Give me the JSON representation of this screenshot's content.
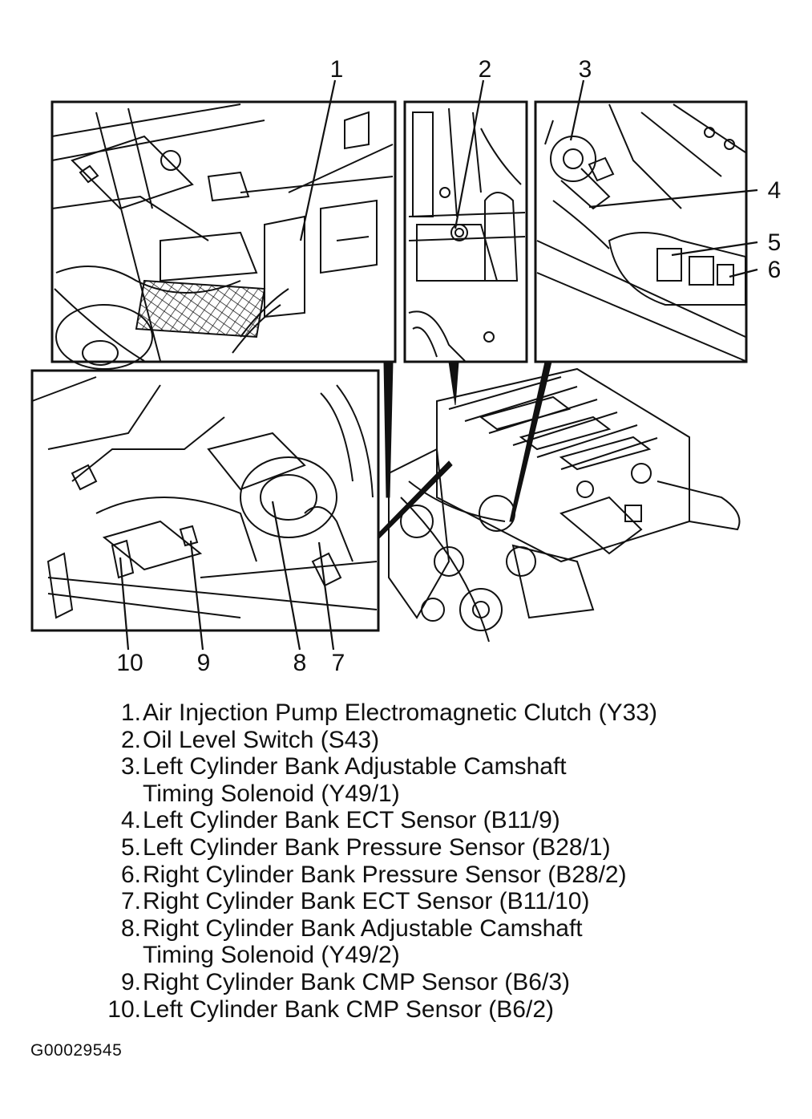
{
  "callouts": [
    "1",
    "2",
    "3",
    "4",
    "5",
    "6",
    "7",
    "8",
    "9",
    "10"
  ],
  "legend": [
    {
      "num": "1.",
      "text": "Air Injection Pump Electromagnetic Clutch (Y33)"
    },
    {
      "num": "2.",
      "text": "Oil Level Switch (S43)"
    },
    {
      "num": "3.",
      "text": "Left Cylinder Bank Adjustable Camshaft\nTiming Solenoid (Y49/1)"
    },
    {
      "num": "4.",
      "text": "Left Cylinder Bank ECT Sensor (B11/9)"
    },
    {
      "num": "5.",
      "text": "Left Cylinder Bank Pressure Sensor (B28/1)"
    },
    {
      "num": "6.",
      "text": "Right Cylinder Bank Pressure Sensor (B28/2)"
    },
    {
      "num": "7.",
      "text": "Right Cylinder Bank ECT Sensor (B11/10)"
    },
    {
      "num": "8.",
      "text": "Right Cylinder Bank Adjustable Camshaft\nTiming Solenoid (Y49/2)"
    },
    {
      "num": "9.",
      "text": "Right Cylinder Bank CMP Sensor (B6/3)"
    },
    {
      "num": "10.",
      "text": "Left Cylinder Bank CMP Sensor (B6/2)"
    }
  ],
  "figure_code": "G00029545"
}
